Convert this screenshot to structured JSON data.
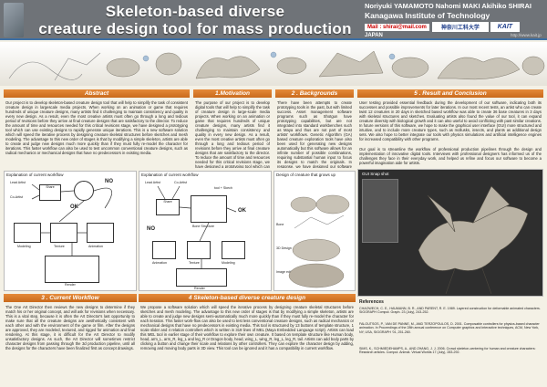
{
  "header": {
    "title_line1": "Skeleton-based diverse",
    "title_line2": "creature design tool for mass production",
    "authors": "Noriyuki YAMAMOTO  Nahomi MAKI  Akihiko SHIRAI",
    "institution": "Kanagawa Institute of Technology",
    "email": "Mail : shirai@mail.com",
    "country": "JAPAN",
    "logo1": "神奈川工科大学",
    "logo2": "KAIT",
    "url": "http://www.kait.jp"
  },
  "sections": {
    "abstract": {
      "title": "Abstract",
      "body": "Our project is to develop skeleton-based creature design tool that will help to simplify the task of consistent creature design in largescale media projects. When working on an animation or game that requires hundreds of unique creature designs, many artists find it challenging to maintain consistency and quality in every new design. As a result, even the most creative artists must often go through a long and tedious period of revisions before they arrive at final creature designs that are satisfactory to the director. To reduce the amount of time and resources needed for this critical revisions stage, we have designed a prototyping tool which can use existing designs to rapidly generate unique iterations. This is a new software solution which will speed the iterative process by designing creature skeletal structures before sketches and mesh modeling. The advantage to this new order of stages is that by modifying a simple skeleton, artists are able to create and judge new designs much more quickly than if they must fully re-model the character for iterations. This faster workflow can also be used to test uncommon conventional creature designs, such as radical mechanics or mechanical designs that have no predecessors in existing media."
    },
    "motivation": {
      "title": "1.Motivation",
      "body": "The purpose of our project is to develop digital tools that will help to simplify the task of creature design in large-scale media projects. When working on an animation or game that requires hundreds of unique creature designs, many artists find it challenging to maintain consistency and quality in every new design. As a result, even the most creative artists must often go through a long and tedious period of revisions before they arrive at final creature designs that are satisfactory to the director. To reduce the amount of time and resources needed for this critical revisions stage, we have designed a prototyping tool which can use existing designs to rapidly generate unique iterations."
    },
    "backgrounds": {
      "title": "2 . Backgrounds",
      "body": "There have been attempts to create prototyping tools in the past, but with limited success. Asset management software programs such as Shotgun have prototyping capabilities, but are not integrated into standard workbenches such as Maya and thus are not part of most artists' workflows. Genetic Algorithm (GA) based creature exploration tools have also been used for generating new designs automatically but this software allows for an infinite number of possible combinations, requiring substantial human input to focus its designs to match the originals. In response, we have designed our software to interface more seamlessly with existing animation tools, as well as simplified its functionality to make it more intuitive for artists."
    },
    "result": {
      "title": "5 . Result and Conclusion",
      "body1": "User testing provided essential feedback during the development of our software, indicating both its successes and possible improvements for later iterations. In our most recent tests, an artist who can create twist 12 creatures in 20 days in sketched based workflow was able to create 36 base creatures in 3 days with skeletal structures and sketches. Evaluating artists also found the value of our tool, it can expand creature diversity with biological growth and it can also useful to avoid conflicting with past similar creations. In future versions of this software, we hope to make the graphical user interface (GUI) more structured and intuitive, and to include more creature types, such as mollusks, insects, and plants as additional design sets. We also hope to better integrate our tools with physics simulations and artificial intelligence engines for increased compatibility with other programs.",
      "body2": "Our goal is to streamline the workflow of professional production pipelines through the design and implementation of innovative digital tools. Interviews with professional designers has informed us of the challenges they face in their everyday work, and helped us refine and focus our software to become a powerful imagination aide for artists."
    },
    "current_workflow": {
      "title": "3 . Current Workflow",
      "body": "The One Art Director then reviews the new designs to determine if they match his or her original concept, and will ask for revisions when necessary. This is a vital step, because it is often the Art Director's last opportunity to make sure that all the creature designs are aesthetically consistent with each other and with the environment of the game or film. After the designs are approved, they are modeled, textured, and rigged for animation and final rendering. At this stage, it is difficult for the Art Director to modify unsatisfactory designs. As such, the Art Director will sometimes restrict character designs from passing through the 3d production pipeline, until all the designs for the characters have been finalized first as concept drawings."
    },
    "skeleton_design": {
      "title": "4 Skeleton-based diverse creature design",
      "body": "We propose a software solution which will speed the iterative process by designing creature skeletal structures before sketches and mesh modeling. The advantage to this new order of stages is that by modifying a simple skeleton, artists are able to create and judge new designs semi-automatically much more quickly than if they must fully re-model the character for each iteration. This faster work-flow can also be used to test less conventional creature designs, such as radical mechanics or mechanical designs that have no predecessors in existing media. This tool is structured by 13 buttons of template structure, 1 scale slider and 4 relation controllers which is written in 319 lines of MEL (Maya Embedded Language script). Artists can load this MEL tool in earlier stage of their workflow to explore their own creature. It based on template structure like Human body, head, arm_L, arm_R, leg_L and leg_R or Dragon body, head, wing_L, wing_R, leg_L, leg_R, tail. Artists can add body parts by clicking a button and change their scale and relations by other controllers. They can explore the character design by adding, removing and moving body parts in 3D view. This tool can be ignored and it has a compatibility in current workflow."
    }
  },
  "figures": {
    "fig_left_caption": "Explanation of current workflow",
    "fig_mid_caption": "Explanation of current workflow",
    "lead_artist": "Lead Artist",
    "co_artist": "Co-Artist",
    "share": "Share",
    "ok": "OK",
    "no": "NO",
    "render": "Render",
    "bone_structure": "Bone Structure",
    "tool_sketch": "tool + Skech",
    "animation": "Animation",
    "texture": "Texture",
    "modeling": "Modeling",
    "design_caption": "Design of creature that grows up",
    "gui_caption": "GUI Snap shot",
    "bone": "Bone",
    "3d_design": "3D Design",
    "image_edit": "Image edit ex."
  },
  "references": {
    "title": "References",
    "items": [
      "CHAOWECH, C. E., HAUMANN, B. R., AND PARENT, R. E. 1989. Layered construction for deformable animated characters. SIGGRAPH Comput. Graph. 23 (July), 243-252.",
      "FALOUTSOS, P., VAN DE PANNE, M., AND TERZOPOULOS, D. 2001. Composable controllers for physics-based character animation. In Proceedings of the 28th annual conference on Computer graphics and interactive techniques, ACM, New York, NY, USA, SIGGRAPH '01, 251-260.",
      "SIMS, K., SCHMIEDEHAMPS, A., AND ZHANG, J. J. 2006. Crowd skeleton-centering for human and creature characters: Research articles. Comput. Animat. Virtual Worlds 17 (July), 283-292."
    ]
  },
  "colors": {
    "header_bg": "#6f7378",
    "section_orange": "#d9782a",
    "title_text": "#ffffff"
  }
}
